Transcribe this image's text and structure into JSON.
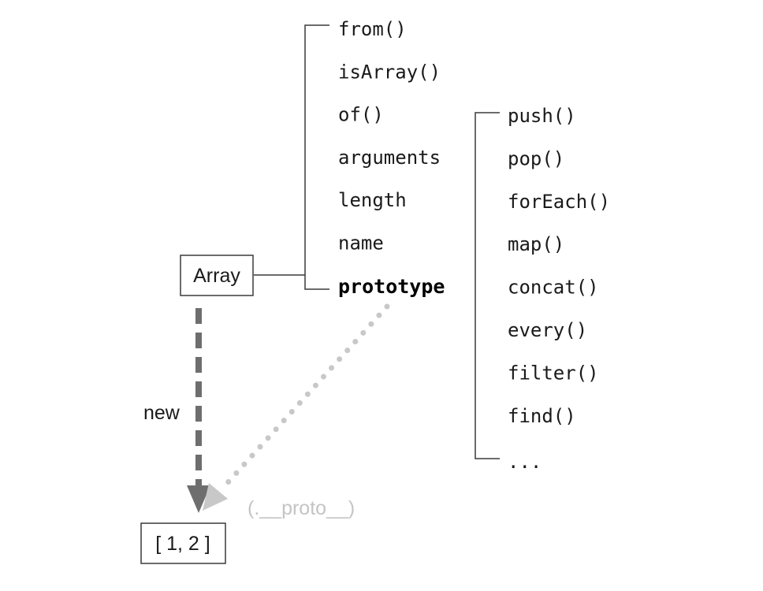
{
  "nodes": {
    "array_label": "Array",
    "instance_label": "[ 1, 2 ]"
  },
  "static_members": [
    "from()",
    "isArray()",
    "of()",
    "arguments",
    "length",
    "name"
  ],
  "prototype_label": "prototype",
  "prototype_members": [
    "push()",
    "pop()",
    "forEach()",
    "map()",
    "concat()",
    "every()",
    "filter()",
    "find()",
    "..."
  ],
  "edges": {
    "new_label": "new",
    "proto_label": "(.__proto__)"
  },
  "colors": {
    "new_arrow": "#6e6e6e",
    "proto_arrow": "#c8c8c8",
    "lines": "#3a3a3a"
  }
}
